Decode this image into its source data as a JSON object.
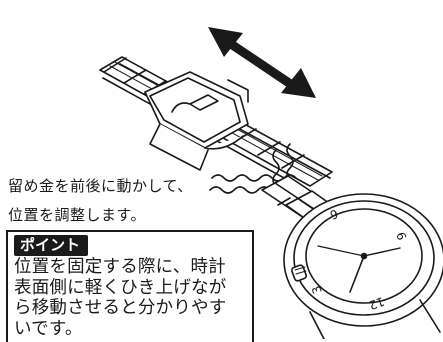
{
  "caption": {
    "lines": [
      "留め金を前後に動かして、",
      "位置を調整します。"
    ]
  },
  "point": {
    "label": "ポイント",
    "lines": [
      "位置を固定する際に、時計",
      "表面側に軽くひき上げなが",
      "ら移動させると分かりやす",
      "いです。"
    ]
  },
  "watch": {
    "dial_numerals": [
      "9",
      "6",
      "3",
      "12"
    ]
  },
  "colors": {
    "ink": "#1a1a1a",
    "paper": "#ffffff"
  },
  "icons": [
    "double-headed-arrow",
    "wave-break-mark"
  ]
}
